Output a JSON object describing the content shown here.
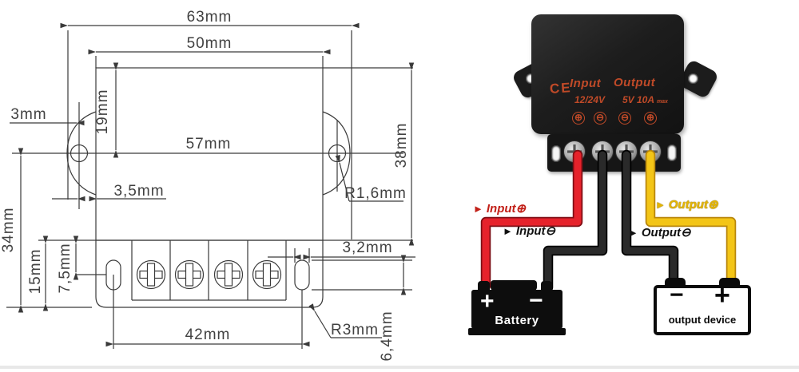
{
  "drawing": {
    "dim_total_width": "63mm",
    "dim_body_width": "50mm",
    "dim_top_inset": "19mm",
    "dim_ear_offset": "3mm",
    "dim_hole_span": "57mm",
    "dim_ear_inset": "3,5mm",
    "dim_hole_radius": "R1,6mm",
    "dim_body_height": "38mm",
    "dim_total_height": "34mm",
    "dim_front_height": "15mm",
    "dim_slot_offset": "7,5mm",
    "dim_slot_width": "3,2mm",
    "dim_slot_span": "42mm",
    "dim_corner_radius": "R3mm",
    "dim_slot_height": "6,4mm"
  },
  "device": {
    "ce_mark": "CE",
    "input_label": "Input",
    "output_label": "Output",
    "input_spec": "12/24V",
    "output_spec": "5V 10A",
    "output_spec_suffix": "max",
    "terminal_signs": [
      "⊕",
      "⊖",
      "⊖",
      "⊕"
    ],
    "print_color": "#c04a28",
    "body_color": "#1d1d1d"
  },
  "wiring": {
    "arrow_icon": "►",
    "input_pos_label": "Input⊕",
    "input_neg_label": "Input⊖",
    "output_pos_label": "Output⊕",
    "output_neg_label": "Output⊖",
    "colors": {
      "input_pos_wire": "#e6222b",
      "input_neg_wire": "#242424",
      "output_pos_wire": "#f3c517",
      "output_neg_wire": "#242424",
      "input_pos_text": "#c22018",
      "negative_text": "#111111",
      "output_pos_text": "#e4b505"
    },
    "battery": {
      "plus": "+",
      "minus": "−",
      "label": "Battery"
    },
    "output_device": {
      "minus": "−",
      "plus": "+",
      "label": "output device"
    }
  }
}
